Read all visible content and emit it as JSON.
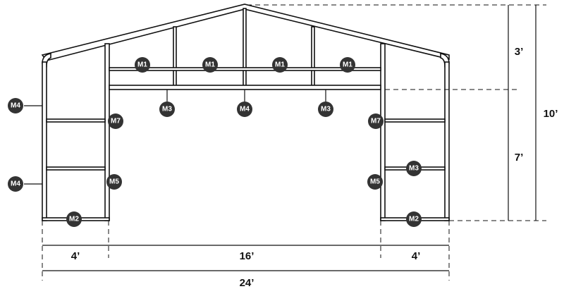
{
  "title": "Structure frame elevation",
  "parts": {
    "m1": "M1",
    "m2": "M2",
    "m3": "M3",
    "m4": "M4",
    "m5": "M5",
    "m7": "M7"
  },
  "dimensions": {
    "left_bay": "4’",
    "center_bay": "16’",
    "right_bay": "4’",
    "total_width": "24’",
    "roof_height": "3’",
    "wall_height": "7’",
    "total_height": "10’"
  },
  "colors": {
    "badge": "#333333",
    "line": "#111111"
  }
}
